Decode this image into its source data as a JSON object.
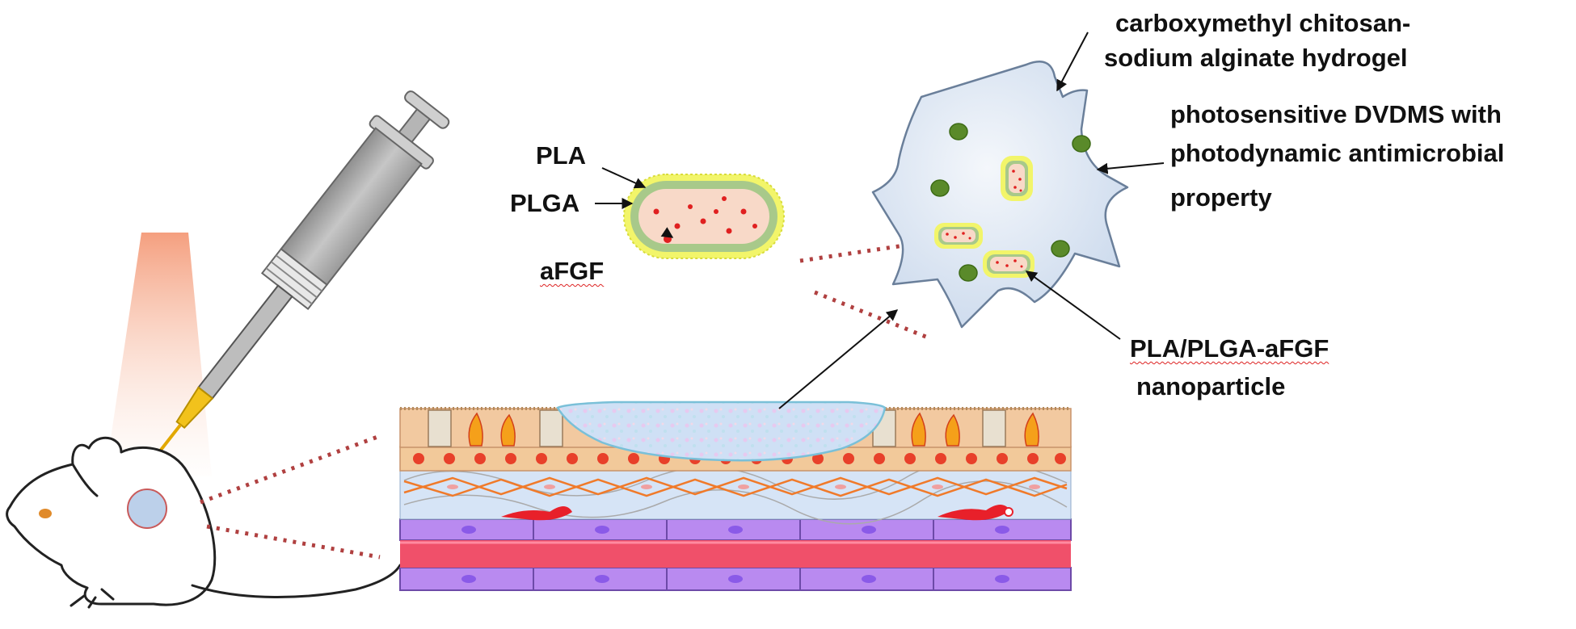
{
  "labels": {
    "pla": "PLA",
    "plga": "PLGA",
    "afgf": "aFGF",
    "hydrogel_line1": "carboxymethyl chitosan-",
    "hydrogel_line2": "sodium alginate   hydrogel",
    "dvdms_line1": "photosensitive DVDMS with",
    "dvdms_line2": "photodynamic antimicrobial",
    "dvdms_line3": "property",
    "nano_line1": "PLA/PLGA-aFGF",
    "nano_line2": "nanoparticle"
  },
  "colors": {
    "hydrogel": "#dde7f3",
    "pla_shell": "#f2f56a",
    "plga_shell": "#a8c98a",
    "nanoparticle_core": "#f8d9c8",
    "afgf_dot": "#e02020",
    "dvdms_dot": "#5a8a2a",
    "syringe": "#a8a8a8",
    "needle_tip": "#f2c21c",
    "light_beam": "#f4a07a",
    "epithelium": "#f2c9a0",
    "dermis": "#d6e4f6",
    "fiber": "#f07a2a",
    "muscle": "#b98af0",
    "vessel": "#f0506a",
    "guide_line": "#b04040"
  }
}
